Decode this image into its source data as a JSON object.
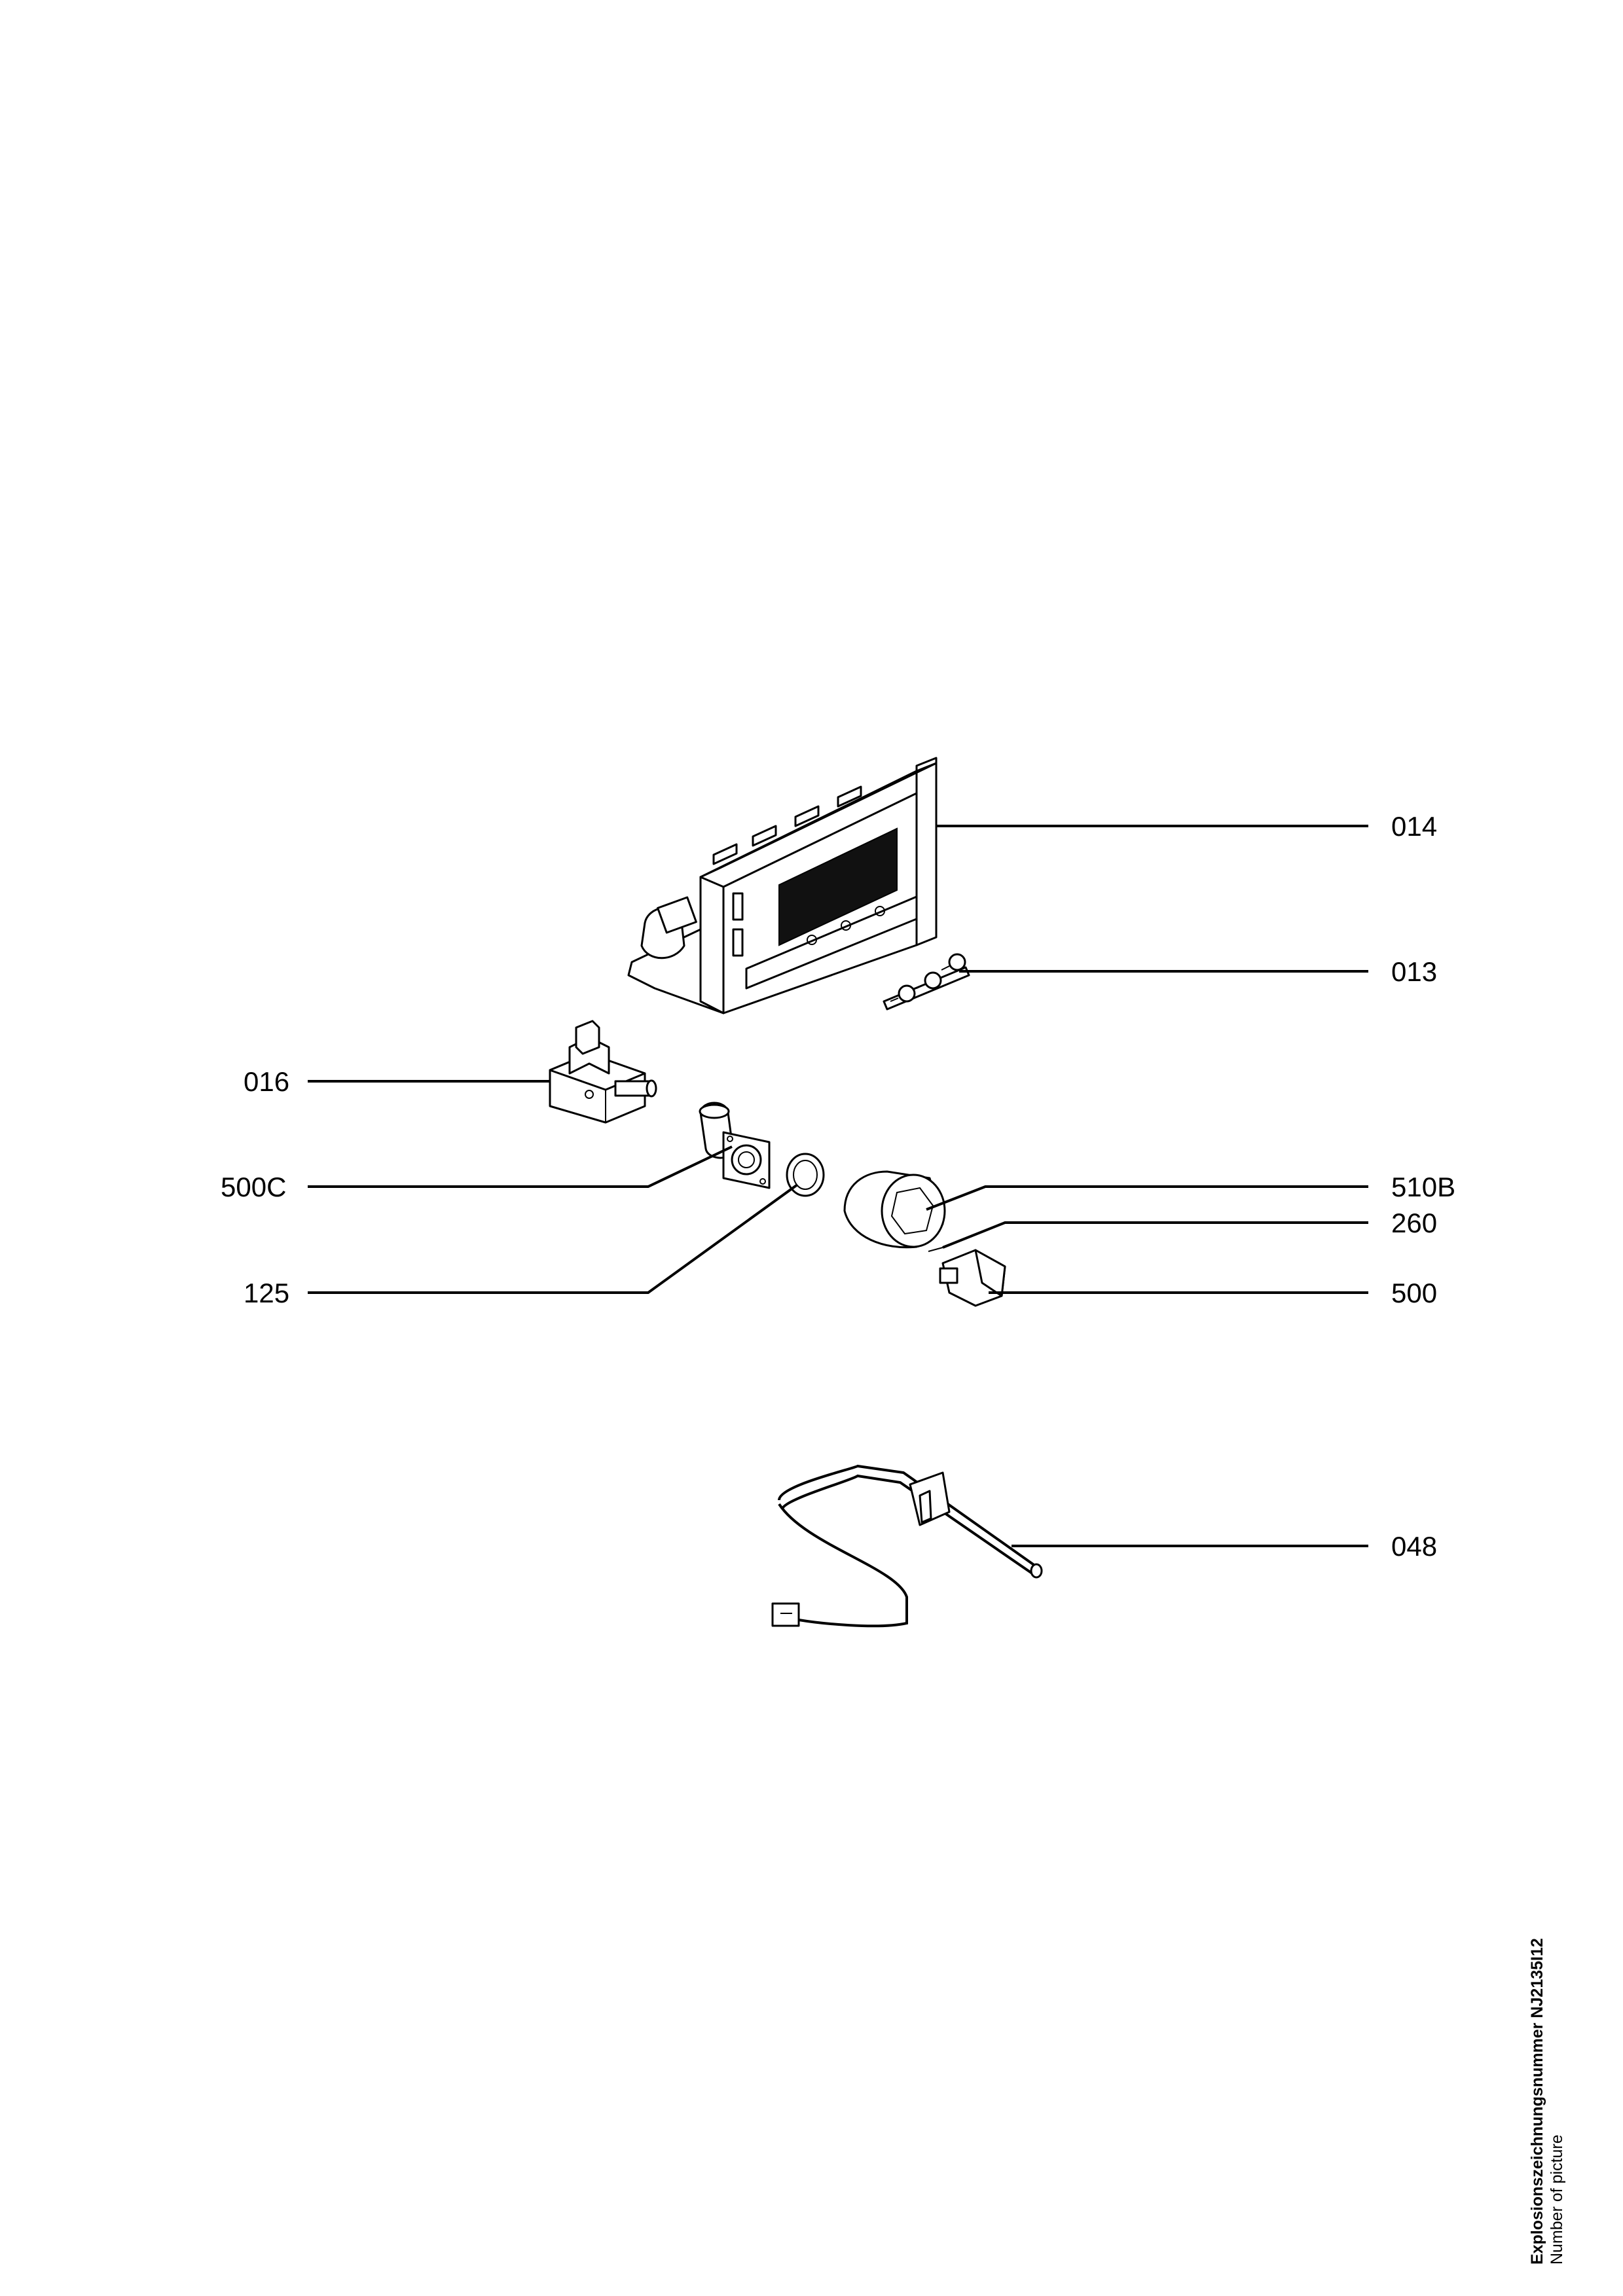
{
  "callouts": {
    "c014": "014",
    "c013": "013",
    "c016": "016",
    "c500C": "500C",
    "c510B": "510B",
    "c260": "260",
    "c125": "125",
    "c500": "500",
    "c048": "048"
  },
  "footer": {
    "drawing_number_label": "Explosionszeichnungsnummer NJ2135I12",
    "number_of_picture_label": "Number of picture"
  }
}
